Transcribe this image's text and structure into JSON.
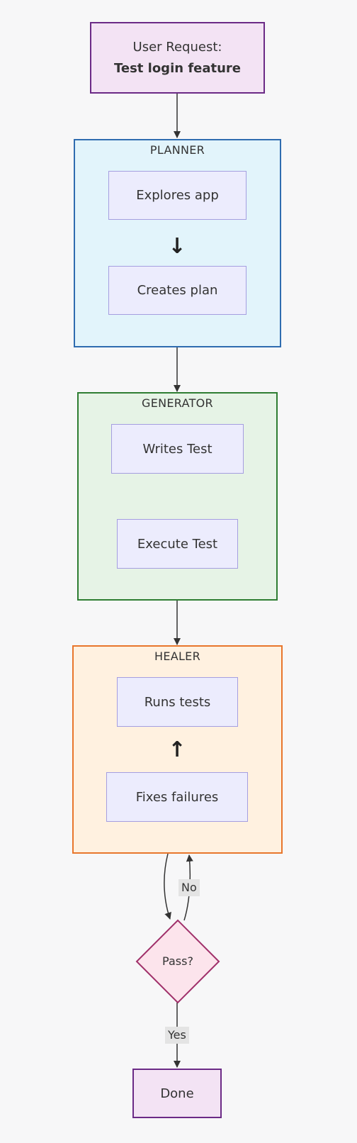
{
  "diagram": {
    "start": {
      "line1": "User Request:",
      "line2": "Test login feature"
    },
    "planner": {
      "title": "PLANNER",
      "node1": "Explores app",
      "node2": "Creates plan",
      "arrow": "down"
    },
    "generator": {
      "title": "GENERATOR",
      "node1": "Writes Test",
      "node2": "Execute Test"
    },
    "healer": {
      "title": "HEALER",
      "node1": "Runs tests",
      "node2": "Fixes failures",
      "arrow": "up"
    },
    "decision": {
      "label": "Pass?"
    },
    "edge_labels": {
      "no": "No",
      "yes": "Yes"
    },
    "end": {
      "label": "Done"
    }
  },
  "colors": {
    "planner_fill": "#e2f4fb",
    "planner_border": "#2f6cb0",
    "generator_fill": "#e6f3e6",
    "generator_border": "#2e7d32",
    "healer_fill": "#fff1e0",
    "healer_border": "#e8762c",
    "node_fill": "#ececfd",
    "node_border": "#a59ee0",
    "start_fill": "#f3e3f4",
    "start_border": "#6b2a86",
    "decision_fill": "#fce4ec",
    "decision_border": "#a0306a"
  }
}
